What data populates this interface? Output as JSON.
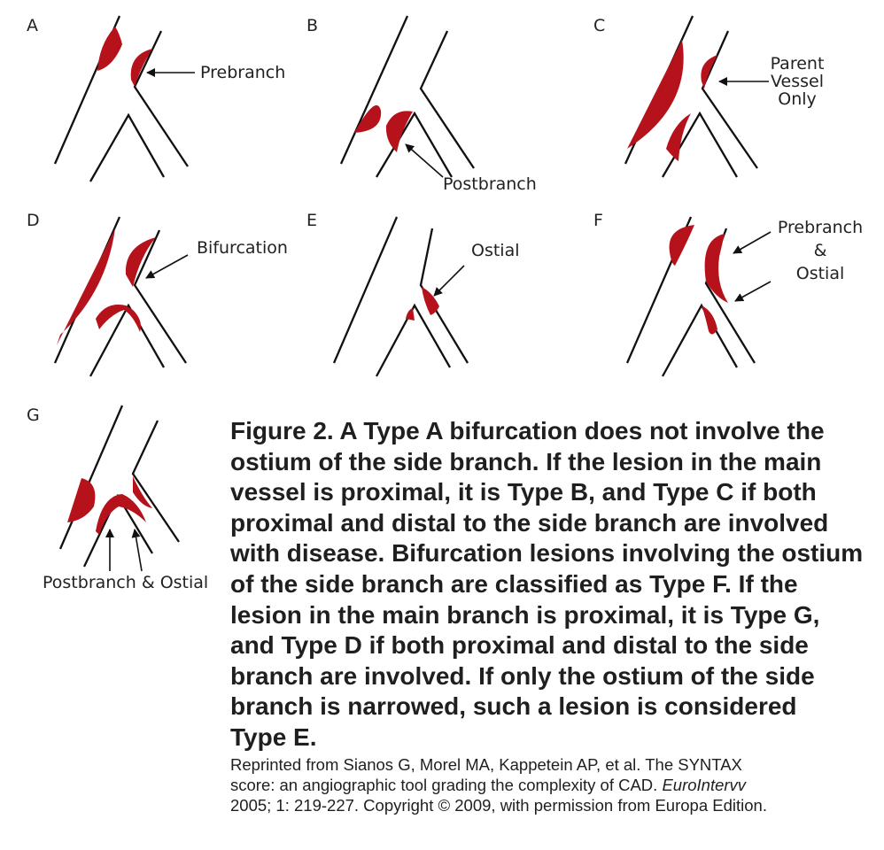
{
  "panels": [
    {
      "id": "A",
      "label": "A",
      "annotation": [
        "Prebranch"
      ]
    },
    {
      "id": "B",
      "label": "B",
      "annotation": [
        "Postbranch"
      ]
    },
    {
      "id": "C",
      "label": "C",
      "annotation": [
        "Parent",
        "Vessel",
        "Only"
      ]
    },
    {
      "id": "D",
      "label": "D",
      "annotation": [
        "Bifurcation"
      ]
    },
    {
      "id": "E",
      "label": "E",
      "annotation": [
        "Ostial"
      ]
    },
    {
      "id": "F",
      "label": "F",
      "annotation": [
        "Prebranch",
        "&",
        "Ostial"
      ]
    },
    {
      "id": "G",
      "label": "G",
      "annotation": [
        "Postbranch & Ostial"
      ]
    }
  ],
  "caption": {
    "lines": [
      "Figure 2. A Type A bifurcation does not involve the",
      "ostium of the side branch. If the lesion in the main",
      "vessel is proximal, it is Type B, and Type C if both",
      "proximal and distal to the side branch are involved",
      "with disease. Bifurcation lesions involving the ostium",
      "of the side branch are classified as Type F. If the",
      "lesion in the main branch is proximal, it is Type G,",
      "and Type D if both proximal and distal to the side",
      "branch are involved. If only the ostium of the side",
      "branch is narrowed, such a lesion is considered",
      "Type E."
    ]
  },
  "credit": {
    "line1": "Reprinted from Sianos G, Morel MA, Kappetein AP, et al. The SYNTAX",
    "line2_pre": "score: an angiographic tool grading the complexity of CAD. ",
    "line2_journal": "EuroIntervv",
    "line3": "2005; 1: 219-227. Copyright © 2009, with permission from Europa Edition."
  },
  "colors": {
    "lesion": "#b5121b",
    "vessel": "#111111",
    "text": "#1f1f1f"
  }
}
